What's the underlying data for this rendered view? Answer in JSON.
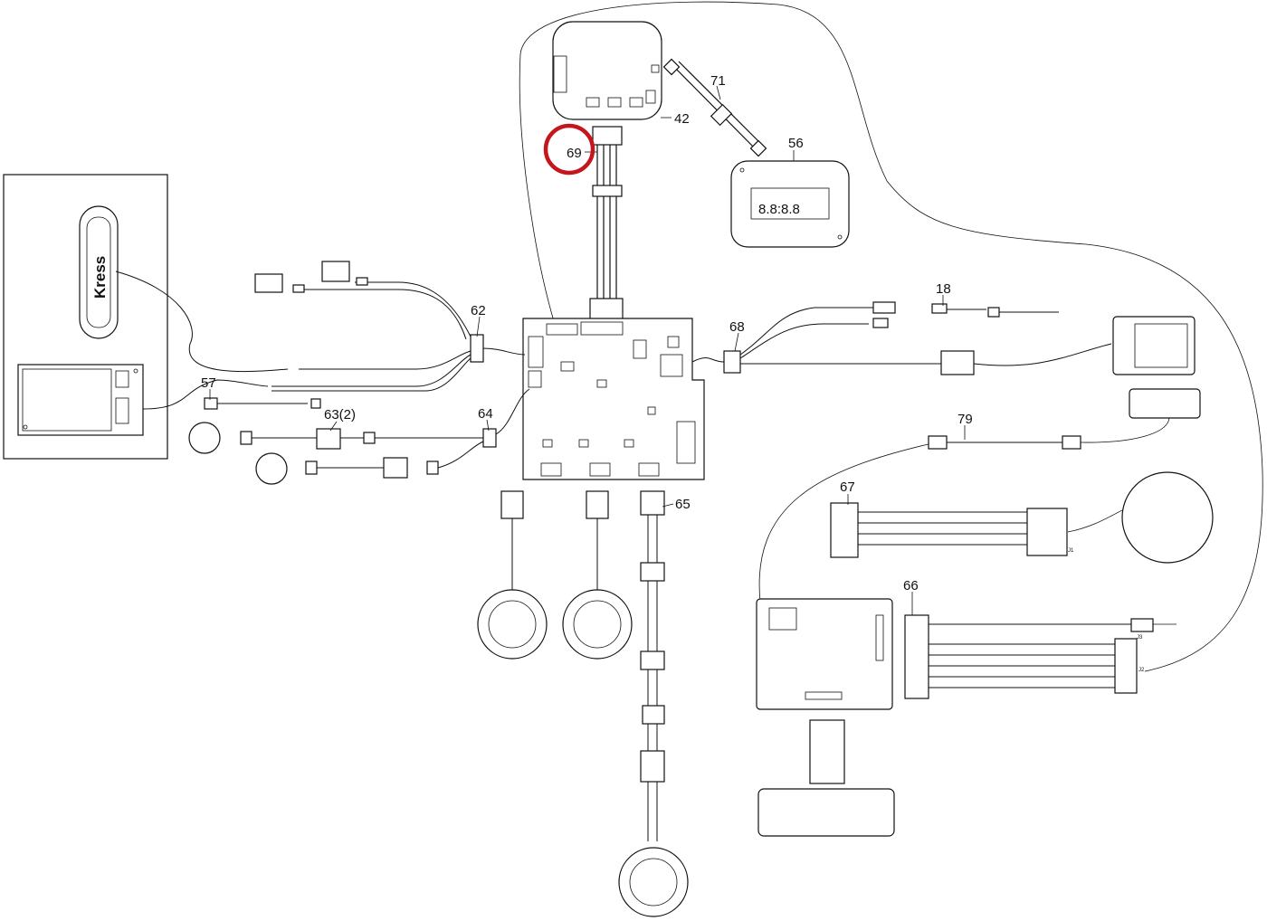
{
  "callouts": {
    "c42": "42",
    "c56": "56",
    "c57": "57",
    "c62": "62",
    "c63": "63(2)",
    "c64": "64",
    "c65": "65",
    "c66": "66",
    "c67": "67",
    "c68": "68",
    "c69": "69",
    "c71": "71",
    "c79": "79",
    "c18": "18"
  },
  "brand_logo": "Kress",
  "connector_tags": {
    "j1": "J1",
    "j2": "J2",
    "j3": "J3"
  },
  "highlight": {
    "target": "69",
    "color": "#c4161c"
  }
}
